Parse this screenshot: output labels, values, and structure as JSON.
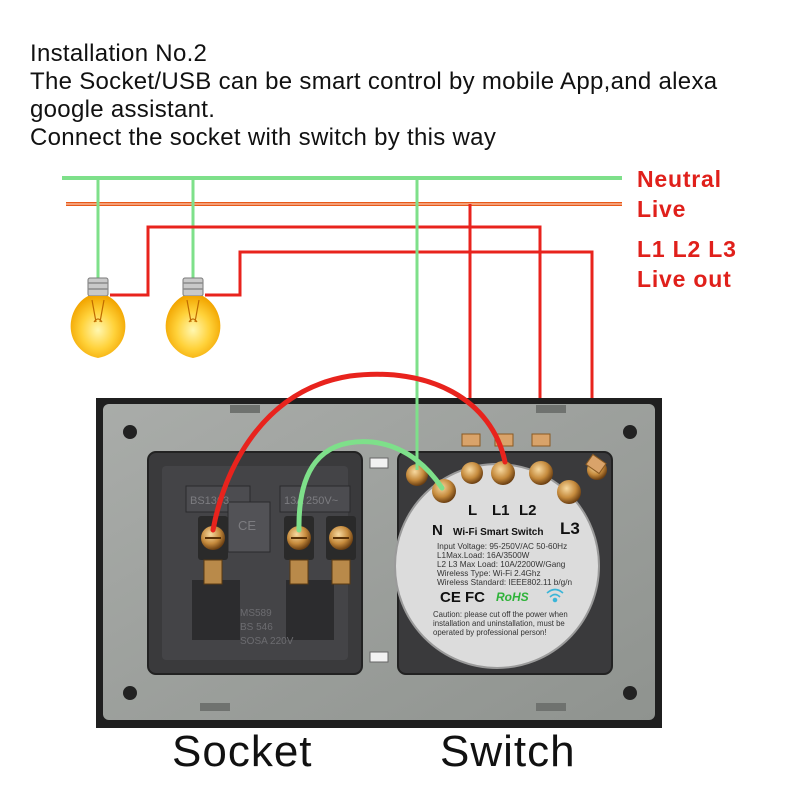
{
  "header": {
    "title": "Installation No.2",
    "line1": "The Socket/USB can be smart control by mobile App,and alexa",
    "line2": "google assistant.",
    "line3": "Connect the socket with switch by this way"
  },
  "legend": {
    "neutral": "Neutral",
    "live": "Live",
    "l123": "L1 L2 L3",
    "live_out": "Live out"
  },
  "socket": {
    "top_mark": "BS1363",
    "top_mark2": "13A 250V~",
    "ce_mark": "CE",
    "side_marks": [
      "MS589",
      "BS 546",
      "SOSA 220V"
    ]
  },
  "switch_module": {
    "terminal_l": "L",
    "terminal_l1": "L1",
    "terminal_l2": "L2",
    "terminal_n": "N",
    "terminal_l3": "L3",
    "product_name": "Wi-Fi Smart Switch",
    "specs": [
      "Input Voltage: 95-250V/AC 50-60Hz",
      "L1Max.Load: 16A/3500W",
      "L2 L3 Max Load: 10A/2200W/Gang",
      "Wireless Type: Wi-Fi 2.4Ghz",
      "Wireless Standard: IEEE802.11 b/g/n"
    ],
    "certifications": "CE FC",
    "rohs": "RoHS",
    "caution": [
      "Caution: please cut off the power when",
      "installation and uninstallation, must be",
      "operated by professional person!"
    ]
  },
  "labels": {
    "socket": "Socket",
    "switch": "Switch"
  },
  "colors": {
    "neutral_wire": "#7ee08a",
    "live_wire": "#e85a1a",
    "out_wire": "#e8231d",
    "label_red": "#e0201b",
    "panel": "#9fa3a0",
    "module": "#dcdcdc"
  },
  "icons": [
    "light-bulb-icon",
    "light-bulb-icon",
    "wifi-icon"
  ]
}
